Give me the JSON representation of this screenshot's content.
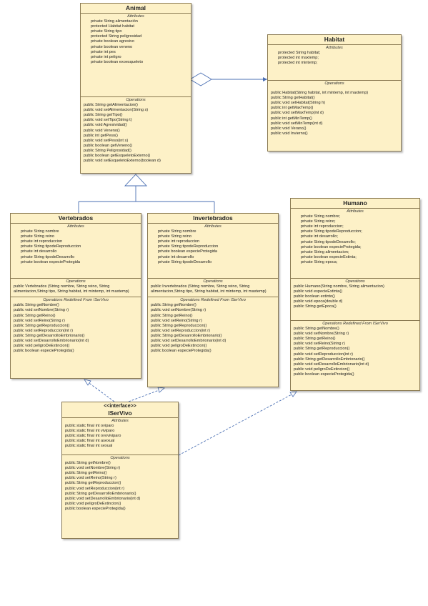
{
  "animal": {
    "name": "Animal",
    "attributes_label": "Attributes",
    "operations_label": "Operations",
    "attributes": [
      "private String alimentación",
      "protected Habitat habitat",
      "private String tipo",
      "protected String peligrosidad",
      "private boolean agresivo",
      "private boolean veneno",
      "private int pes",
      "private int peligro",
      "private boolean exoesqueleto"
    ],
    "operations": [
      "public String getAlimentacion()",
      "public void setAlimentacion(String s)",
      "public String getTipo()",
      "public void setTipo(String t)",
      "public void Agresividad()",
      "public void Veneno()",
      "public int getPeso()",
      "public void setPeso(int s)",
      "public boolean getVeneno()",
      "public String Peligrosidad()",
      "public boolean getEsqueletoExterno()",
      "public void setEsqueletoExterno(boolean d)"
    ]
  },
  "habitat": {
    "name": "Habitat",
    "attributes_label": "Attributes",
    "operations_label": "Operations",
    "attributes": [
      "protected String habitat;",
      "protected int maxtemp;",
      "protected int mintemp;"
    ],
    "operations": [
      "public Habitat(String habitat, int mintemp, int maxtemp)",
      "public String getHabitat()",
      "public void setHabitat(String h)",
      "public int getMaxTemp()",
      "public void setMaxTemp(int d)",
      "public int getMinTemp()",
      "public void setMinTemp(int d)",
      "public void Verano()",
      "public void Invierno()"
    ]
  },
  "vertebrados": {
    "name": "Vertebrados",
    "attributes_label": "Attributes",
    "operations_label": "Operations",
    "redefined_label": "Operations Redefined From ISerVivo",
    "attributes": [
      "private String nombre",
      "private String reino",
      "private int reproduccion",
      "private String tipodeReproduccion",
      "private int desarrollo",
      "private String tipodeDesarrollo",
      "private boolean especieProtegida"
    ],
    "operations": [
      "public Vertebrados (String nombre, String reino, String alimentacion,String tipo, String habitat, int mintemp, int maxtemp)"
    ],
    "redefined": [
      "public String getNombre()",
      "public void setNombre(String r)",
      "public String getReino()",
      "public void setReino(String r)",
      "public String getReproduccion()",
      "public void setReproduccion(int r)",
      "public String getDesarrolloEmbrionario()",
      "public void setDesarrolloEmbrionario(int d)",
      "public void peligroDeExtincion()",
      "public boolean especieProtegida()"
    ]
  },
  "invertebrados": {
    "name": "Invertebrados",
    "attributes_label": "Attributes",
    "operations_label": "Operations",
    "redefined_label": "Operations Redefined From ISerVivo",
    "attributes": [
      "private String nombre",
      "private String reino",
      "private int reproduccion",
      "private String tipodeReproduccion",
      "private boolean especieProtegida",
      "private int desarrollo",
      "private String tipodeDesarrollo"
    ],
    "operations": [
      "public Invertebrados (String nombre, String reino, String alimentacion,String tipo, String habitat, int mintemp, int maxtemp)"
    ],
    "redefined": [
      "public String getNombre()",
      "public void setNombre(String r)",
      "public String getReino()",
      "public void setReino(String r)",
      "public String getReproduccion()",
      "public void setReproduccion(int r)",
      "public String getDesarrolloEmbrionario()",
      "public void setDesarrolloEmbrionario(int d)",
      "public void peligroDeExtincion()",
      "public boolean especieProtegida()"
    ]
  },
  "humano": {
    "name": "Humano",
    "attributes_label": "Attributes",
    "operations_label": "Operations",
    "redefined_label": "Operations Redefined From ISerVivo",
    "attributes": [
      "private String nombre;",
      "private String reino;",
      "private int reproduccion;",
      "private String tipodeReproduccion;",
      "private int desarrollo;",
      "private String tipodeDesarrollo;",
      "private boolean especieProtegida;",
      "private String alimentacion;",
      "private boolean especieExtinta;",
      "private String epoca;"
    ],
    "operations": [
      "public Humano(String nombre, String alimentacion)",
      "public void especieExtinta()",
      "public boolean extinto()",
      "public void epoca(double d)",
      "public String getEpoca()"
    ],
    "redefined": [
      "public String getNombre()",
      "public void setNombre(String r)",
      "public String getReino()",
      "public void setReino(String r)",
      "public String getReproduccion()",
      "public void setReproduccion(int r)",
      "public String getDesarrolloEmbrionario()",
      "public void setDesarrolloEmbrionario(int d)",
      "public void peligroDeExtincion()",
      "public boolean especieProtegida()"
    ]
  },
  "iservivo": {
    "stereotype": "<<interface>>",
    "name": "ISerVivo",
    "attributes_label": "Attributes",
    "operations_label": "Operations",
    "attributes": [
      "public static final int oviparo",
      "public static final int viviparo",
      "public static final int ovoviviparo",
      "public static final int asexual",
      "public static final int sexual"
    ],
    "operations": [
      "public String getNombre()",
      "public void setNombre(String r)",
      "public String getReino()",
      "public void setReino(String r)",
      "public String getReproduccion()",
      "public void setReproduccion(int r)",
      "public String getDesarrolloEmbrionario()",
      "public void setDesarrolloEmbrionario(int d)",
      "public void peligroDeExtincion()",
      "public boolean especieProtegida()"
    ]
  }
}
